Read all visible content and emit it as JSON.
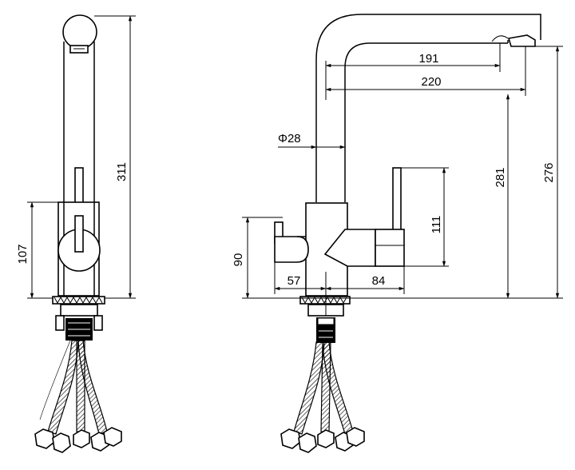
{
  "side_view": {
    "dims": {
      "total_height": "311",
      "body_height": "107"
    }
  },
  "front_view": {
    "dims": {
      "spout_reach_inner": "191",
      "spout_reach_outer": "220",
      "pipe_diameter": "Φ28",
      "lever_height": "111",
      "spout_height": "281",
      "outlet_height": "276",
      "left_knob_height": "90",
      "left_offset": "57",
      "right_offset": "84"
    }
  }
}
